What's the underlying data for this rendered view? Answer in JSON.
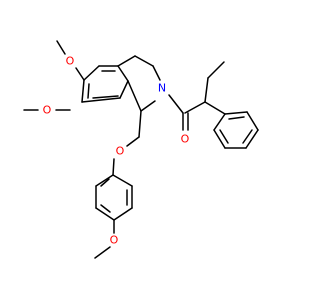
{
  "structure": {
    "atom_labels": {
      "o_methoxy_6": "O",
      "o_methoxy_7": "O",
      "n_ring": "N",
      "o_carbonyl": "O",
      "o_ether": "O",
      "o_methoxy_para": "O"
    },
    "colors": {
      "bond": "#000000",
      "oxygen": "#ff0000",
      "nitrogen": "#0000ff",
      "background": "#ffffff"
    }
  }
}
